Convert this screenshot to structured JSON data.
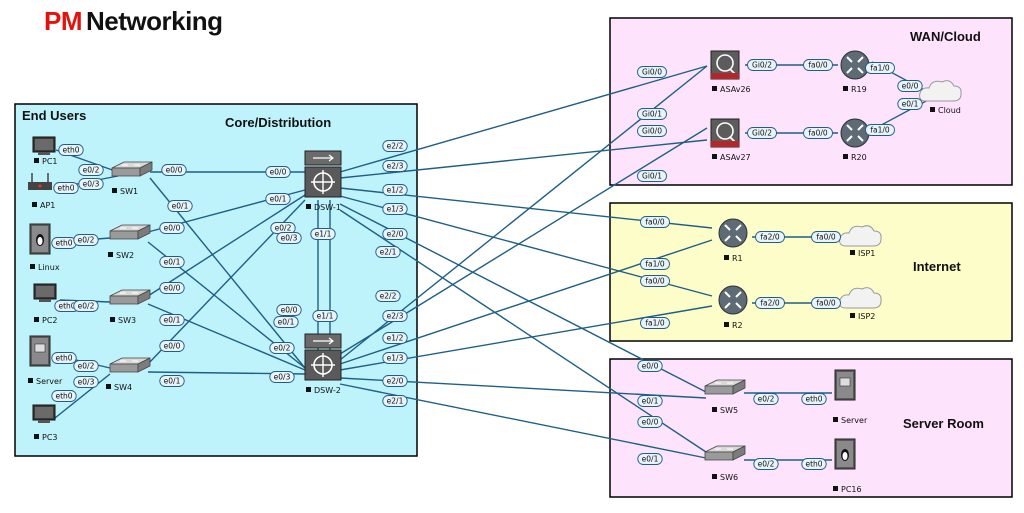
{
  "title": {
    "prefix": "PM",
    "main": "Networking"
  },
  "colors": {
    "brand_red": "#e3120b",
    "end_users_fill": "#bff3fb",
    "wan_fill": "#fde3fb",
    "internet_fill": "#fdfdc9",
    "server_room_fill": "#fde3fb",
    "link": "#1f5f86"
  },
  "zones": {
    "end_users": "End Users",
    "core": "Core/Distribution",
    "wan": "WAN/Cloud",
    "internet": "Internet",
    "server_room": "Server Room"
  },
  "devices": {
    "PC1": "PC1",
    "AP1": "AP1",
    "SW1": "SW1",
    "Linux": "Linux",
    "SW2": "SW2",
    "PC2": "PC2",
    "SW3": "SW3",
    "Server": "Server",
    "SW4": "SW4",
    "PC3": "PC3",
    "DSW1": "DSW-1",
    "DSW2": "DSW-2",
    "ASAv26": "ASAv26",
    "ASAv27": "ASAv27",
    "R19": "R19",
    "R20": "R20",
    "Cloud": "Cloud",
    "R1": "R1",
    "R2": "R2",
    "ISP1": "ISP1",
    "ISP2": "ISP2",
    "SW5": "SW5",
    "SW6": "SW6",
    "Server2": "Server",
    "PC16": "PC16"
  },
  "ports": {
    "pc1_eth0": "eth0",
    "sw1_e02": "e0/2",
    "ap1_eth0": "eth0",
    "sw1_e03": "e0/3",
    "sw1_e00": "e0/0",
    "dsw1_e00": "e0/0",
    "sw1_e01": "e0/1",
    "dsw2_e00": "e0/0",
    "linux_eth0": "eth0",
    "sw2_e02": "e0/2",
    "sw2_e00": "e0/0",
    "dsw1_e01": "e0/1",
    "sw2_e01": "e0/1",
    "dsw2_e01": "e0/1",
    "pc2_eth0": "eth0",
    "sw3_e02": "e0/2",
    "sw3_e00": "e0/0",
    "dsw1_e02": "e0/2",
    "sw3_e01": "e0/1",
    "dsw2_e02": "e0/2",
    "server_eth0": "eth0",
    "sw4_e02": "e0/2",
    "pc3_eth0": "eth0",
    "sw4_e03": "e0/3",
    "sw4_e00": "e0/0",
    "dsw1_e03": "e0/3",
    "sw4_e01": "e0/1",
    "dsw2_e03": "e0/3",
    "dsw1_e11": "e1/1",
    "dsw2_e11": "e1/1",
    "dsw1_e22": "e2/2",
    "dsw1_e23": "e2/3",
    "dsw1_e12": "e1/2",
    "dsw1_e13": "e1/3",
    "dsw1_e20": "e2/0",
    "dsw1_e21": "e2/1",
    "dsw2_e22": "e2/2",
    "dsw2_e23": "e2/3",
    "dsw2_e12": "e1/2",
    "dsw2_e13": "e1/3",
    "dsw2_e20": "e2/0",
    "dsw2_e21": "e2/1",
    "asav26_gi00": "Gi0/0",
    "asav26_gi01": "Gi0/1",
    "asav26_gi02": "Gi0/2",
    "asav27_gi00": "Gi0/0",
    "asav27_gi01": "Gi0/1",
    "asav27_gi02": "Gi0/2",
    "r19_fa00": "fa0/0",
    "r19_fa10": "fa1/0",
    "r20_fa00": "fa0/0",
    "r20_fa10": "fa1/0",
    "cloud_e00": "e0/0",
    "cloud_e01": "e0/1",
    "r1_fa00": "fa0/0",
    "r1_fa10": "fa1/0",
    "r1_fa20": "fa2/0",
    "isp1_fa00": "fa0/0",
    "r2_fa00": "fa0/0",
    "r2_fa10": "fa1/0",
    "r2_fa20": "fa2/0",
    "isp2_fa00": "fa0/0",
    "sw5_e00": "e0/0",
    "sw5_e01": "e0/1",
    "sw5_e02": "e0/2",
    "srv2_eth0": "eth0",
    "sw6_e00": "e0/0",
    "sw6_e01": "e0/1",
    "sw6_e02": "e0/2",
    "pc16_eth0": "eth0"
  },
  "links": [
    [
      "PC1",
      "SW1"
    ],
    [
      "AP1",
      "SW1"
    ],
    [
      "SW1",
      "DSW1"
    ],
    [
      "SW1",
      "DSW2"
    ],
    [
      "Linux",
      "SW2"
    ],
    [
      "SW2",
      "DSW1"
    ],
    [
      "SW2",
      "DSW2"
    ],
    [
      "PC2",
      "SW3"
    ],
    [
      "SW3",
      "DSW1"
    ],
    [
      "SW3",
      "DSW2"
    ],
    [
      "Server",
      "SW4"
    ],
    [
      "PC3",
      "SW4"
    ],
    [
      "SW4",
      "DSW1"
    ],
    [
      "SW4",
      "DSW2"
    ],
    [
      "DSW1",
      "DSW2"
    ],
    [
      "DSW1",
      "DSW2"
    ],
    [
      "DSW1",
      "ASAv26"
    ],
    [
      "DSW1",
      "ASAv27"
    ],
    [
      "DSW1",
      "R1"
    ],
    [
      "DSW1",
      "R2"
    ],
    [
      "DSW1",
      "SW5"
    ],
    [
      "DSW1",
      "SW6"
    ],
    [
      "DSW2",
      "ASAv26"
    ],
    [
      "DSW2",
      "ASAv27"
    ],
    [
      "DSW2",
      "R1"
    ],
    [
      "DSW2",
      "R2"
    ],
    [
      "DSW2",
      "SW5"
    ],
    [
      "DSW2",
      "SW6"
    ],
    [
      "ASAv26",
      "R19"
    ],
    [
      "ASAv27",
      "R20"
    ],
    [
      "R19",
      "Cloud"
    ],
    [
      "R20",
      "Cloud"
    ],
    [
      "R1",
      "ISP1"
    ],
    [
      "R2",
      "ISP2"
    ],
    [
      "SW5",
      "Server2"
    ],
    [
      "SW6",
      "PC16"
    ]
  ]
}
